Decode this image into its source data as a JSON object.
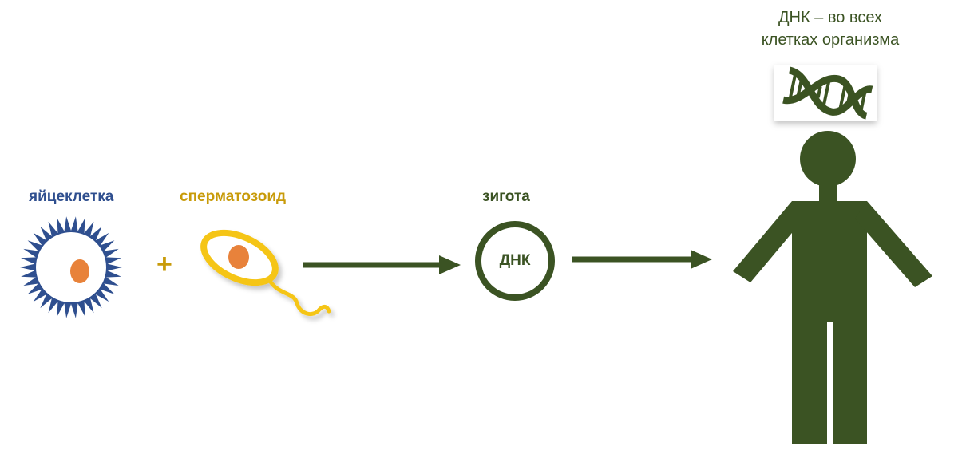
{
  "labels": {
    "egg": "яйцеклетка",
    "sperm": "сперматозоид",
    "plus": "+",
    "zygote": "зигота",
    "zygote_inner": "ДНК"
  },
  "caption": {
    "line1": "ДНК  – во всех",
    "line2": "клетках организма"
  },
  "colors": {
    "egg": "#2f4f8f",
    "nucleus": "#e8823a",
    "sperm": "#f5c518",
    "sperm_label": "#c89b0a",
    "green": "#3b5323"
  },
  "icons": {
    "egg": "egg-cell-icon",
    "sperm": "sperm-cell-icon",
    "zygote": "zygote-icon",
    "dna": "dna-helix-icon",
    "human": "human-figure-icon"
  }
}
